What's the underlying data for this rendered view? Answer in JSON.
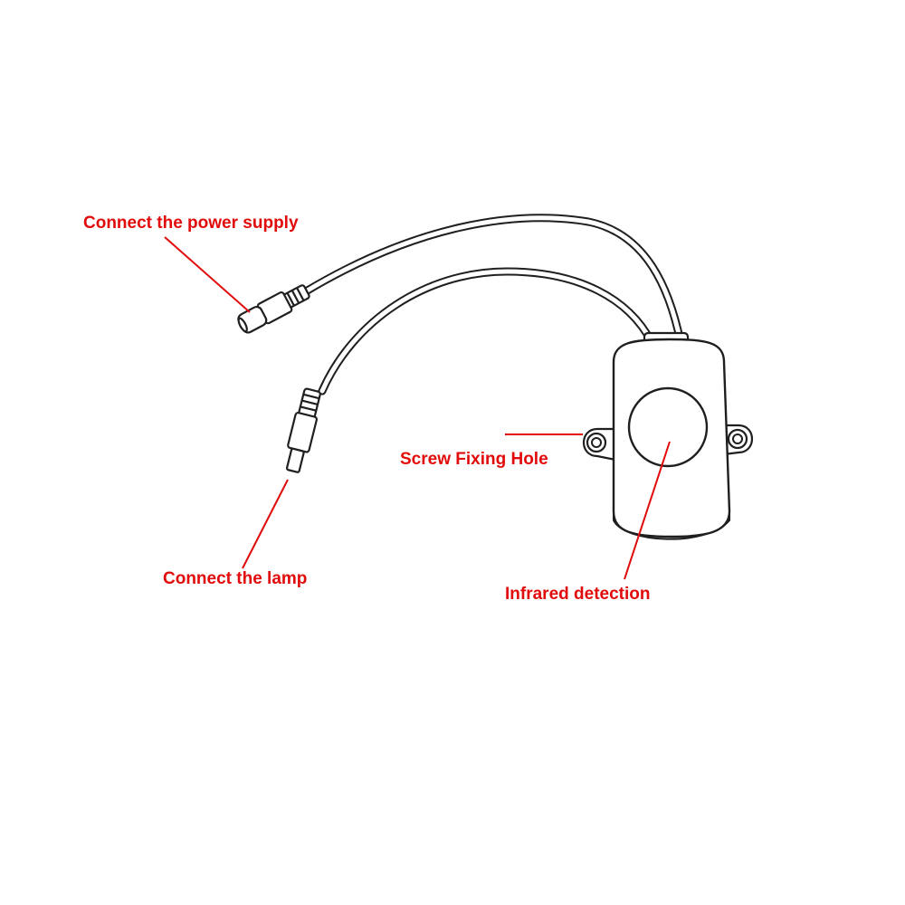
{
  "colors": {
    "callout": "#e10b0b",
    "outline": "#1f1f1f",
    "fill": "#ffffff",
    "shade": "#dcdcdc"
  },
  "labels": {
    "power_supply": "Connect the power supply",
    "lamp": "Connect the lamp",
    "screw_hole": "Screw Fixing Hole",
    "infrared": "Infrared detection"
  },
  "icons": {
    "power_connector": "female-dc-jack-icon",
    "lamp_connector": "male-dc-plug-icon",
    "sensor": "infrared-sensor-icon",
    "screw_hole": "screw-hole-icon"
  }
}
